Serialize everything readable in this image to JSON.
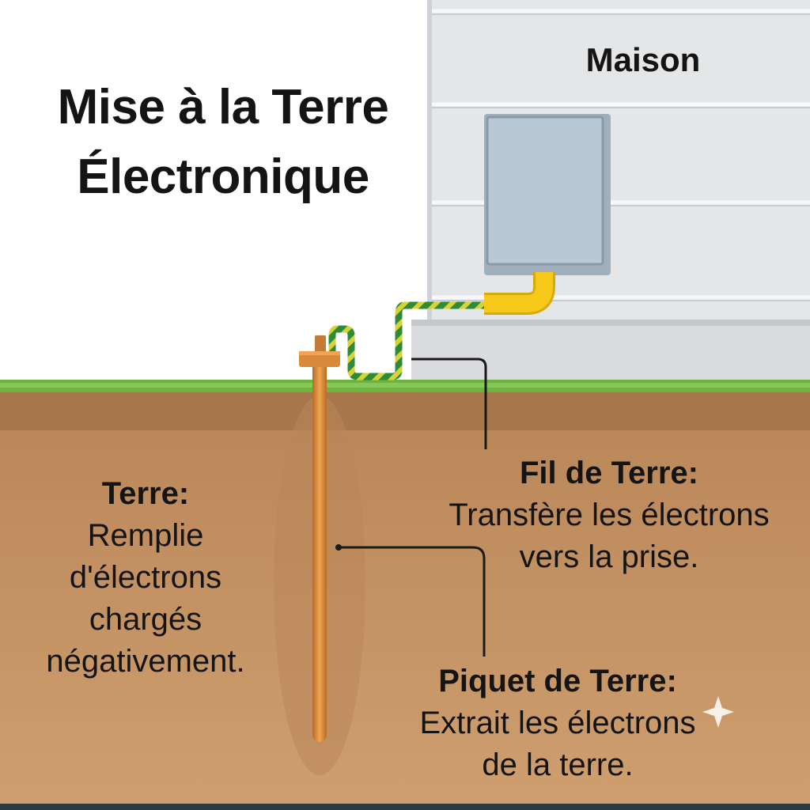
{
  "title": {
    "line1": "Mise à la Terre",
    "line2": "Électronique"
  },
  "house_label": "Maison",
  "labels": {
    "earth": {
      "heading": "Terre:",
      "lines": [
        "Remplie",
        "d'électrons",
        "chargés",
        "négativement."
      ]
    },
    "ground_wire": {
      "heading": "Fil de Terre:",
      "lines": [
        "Transfère les électrons",
        "vers la prise."
      ]
    },
    "ground_rod": {
      "heading": "Piquet de Terre:",
      "lines": [
        "Extrait les électrons",
        "de la terre."
      ]
    }
  },
  "colors": {
    "siding": "#e6e8ea",
    "siding_line": "#f8f9fa",
    "grass": "#6cb33f",
    "soil": "#c9996a",
    "soil_top": "#a9774f",
    "rod": "#d98a3c",
    "wire_green": "#2f8a3a",
    "wire_yellow": "#c8c22a",
    "conduit": "#f2c418",
    "panel": "#b8c8d2",
    "leader": "#1a1a1a"
  }
}
